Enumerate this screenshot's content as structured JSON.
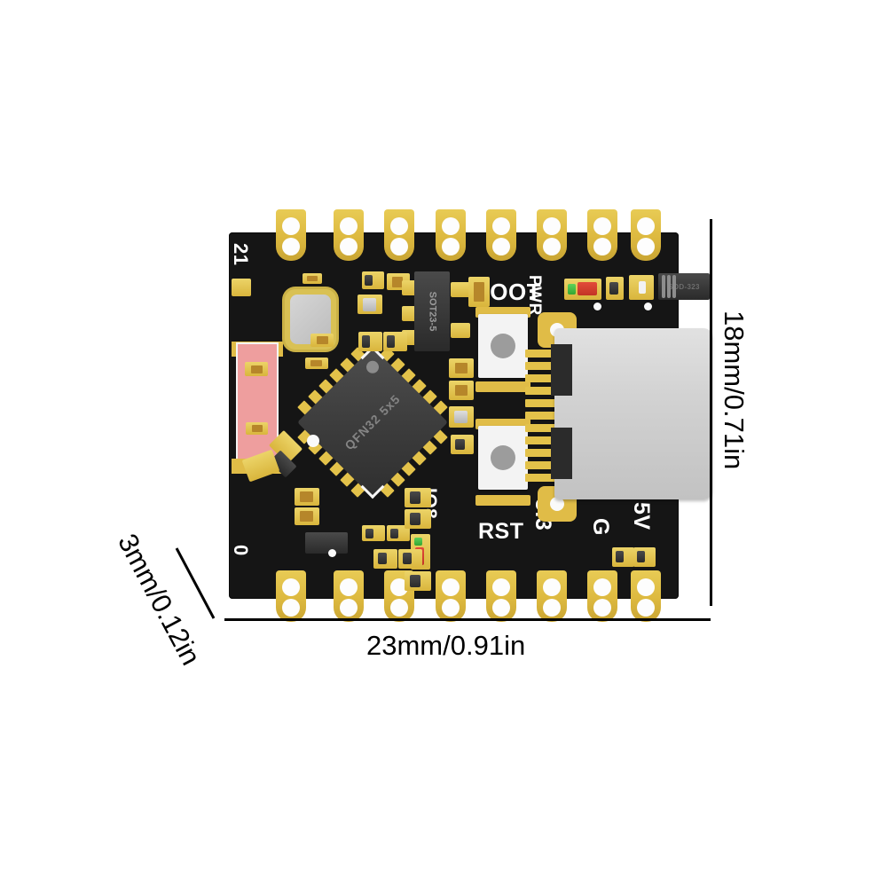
{
  "page": {
    "background": "#ffffff",
    "subject": "ESP32-C3 SuperMini development board top view with dimension callouts"
  },
  "dimensions": {
    "width_label": "23mm/0.91in",
    "height_label": "18mm/0.71in",
    "thickness_label": "3mm/0.12in"
  },
  "board": {
    "color": "#151515",
    "pad_color": "#e3c24a",
    "antenna_color": "#ee9e9e",
    "silkscreen_color": "#ffffff",
    "silkscreen": {
      "pin_top_left": "21",
      "pin_bottom_left": "0",
      "boot": "BOOT",
      "pwr": "PWR",
      "rst": "RST",
      "io8": "IO8",
      "v33": "3.3",
      "gnd": "G",
      "v5": "5V"
    },
    "components": {
      "regulator": "SOT23-5",
      "diode": "SOD-323",
      "mcu": "QFN32 5x5"
    },
    "pad_counts": {
      "top_row": 8,
      "bottom_row": 8
    }
  }
}
